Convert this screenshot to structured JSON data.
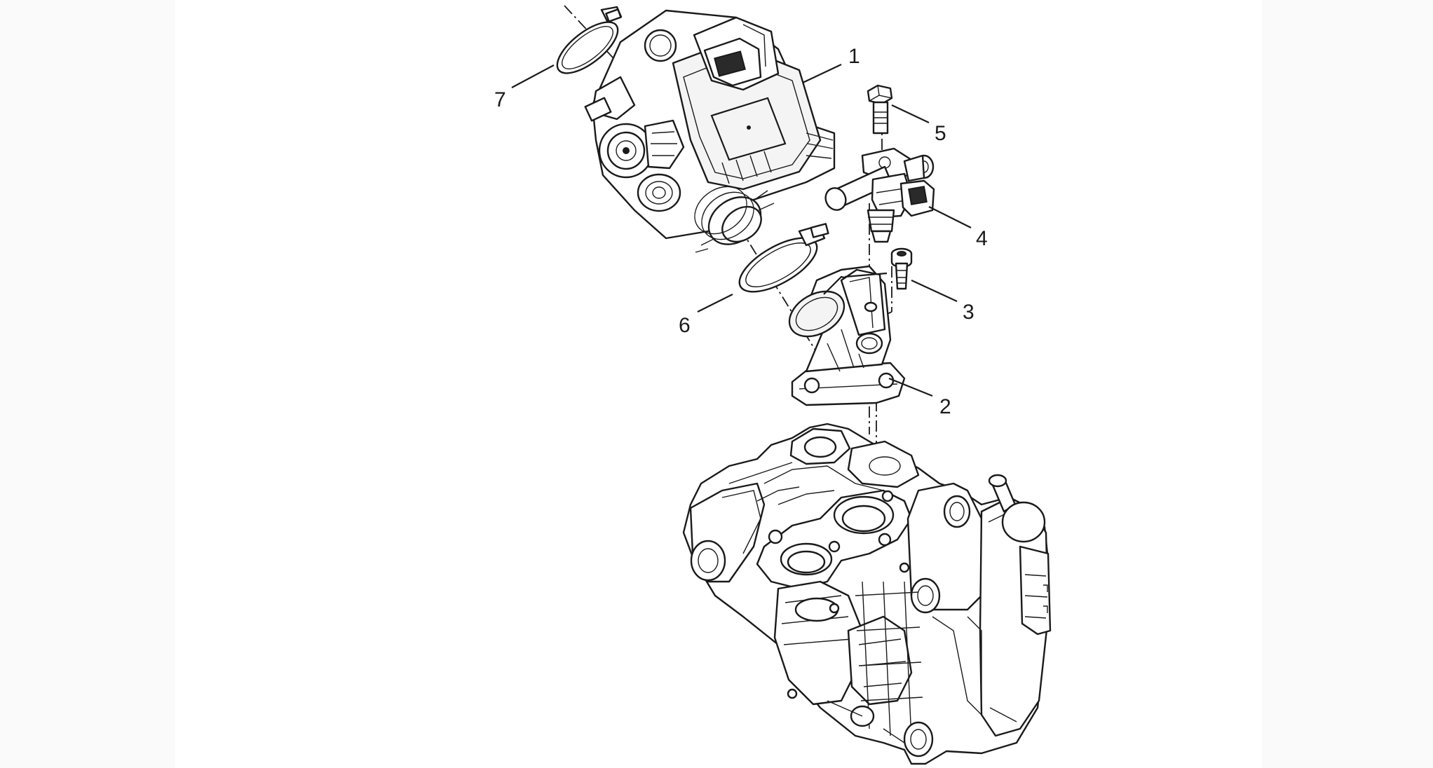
{
  "callouts": [
    {
      "id": "1",
      "label": "1"
    },
    {
      "id": "2",
      "label": "2"
    },
    {
      "id": "3",
      "label": "3"
    },
    {
      "id": "4",
      "label": "4"
    },
    {
      "id": "5",
      "label": "5"
    },
    {
      "id": "6",
      "label": "6"
    },
    {
      "id": "7",
      "label": "7"
    }
  ],
  "colors": {
    "line": "#1a1a1a",
    "background": "#ffffff",
    "panel": "#f4f4f4"
  }
}
